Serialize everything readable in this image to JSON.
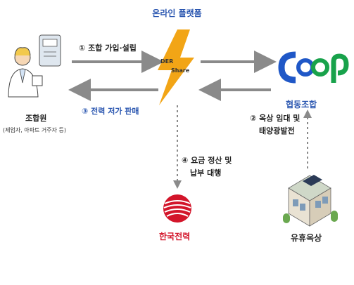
{
  "title": "온라인 플랫폼",
  "center_logo": {
    "line1": "DER",
    "line2": "Share"
  },
  "member": {
    "name": "조합원",
    "sub": "(제업자, 아파트 거주자 등)"
  },
  "coop": {
    "logo": "coop",
    "name": "협동조합"
  },
  "kepco": {
    "name": "한국전력"
  },
  "rooftop": {
    "name": "유휴옥상"
  },
  "steps": {
    "s1": "① 조합 가입·설립",
    "s2_line1": "② 옥상 임대 및",
    "s2_line2": "태양광발전",
    "s3": "③ 전력 저가 판매",
    "s4_line1": "④ 요금 정산 및",
    "s4_line2": "납부 대행"
  },
  "colors": {
    "arrow": "#8a8a8a",
    "accent_blue": "#2a56b0",
    "coop_blue": "#1f57c7",
    "coop_green": "#18a24b",
    "bolt": "#f2a516",
    "kepco_red": "#d3152a"
  }
}
